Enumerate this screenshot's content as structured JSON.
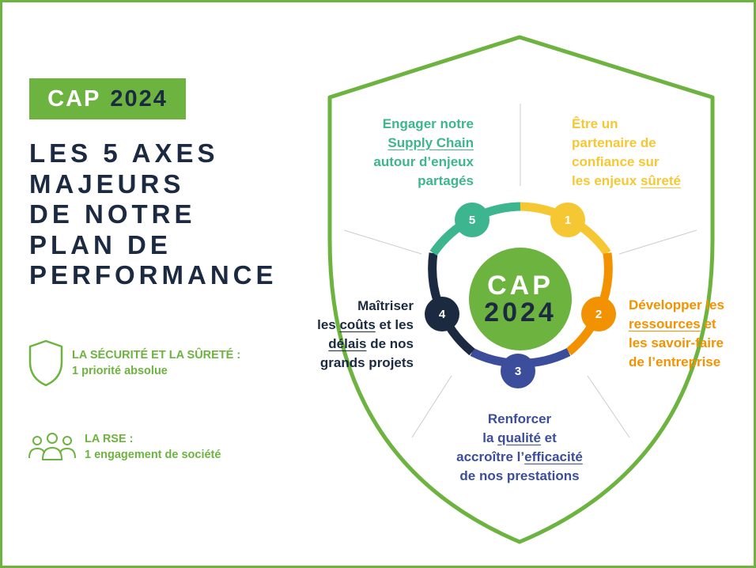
{
  "colors": {
    "green": "#6db33f",
    "navy": "#1b2a41",
    "yellow": "#f5c833",
    "orange": "#f39200",
    "blue": "#3b4d9b",
    "teal": "#3db58e",
    "divider": "#c8c8c8"
  },
  "badge": {
    "cap": "CAP",
    "year": "2024"
  },
  "headline": [
    "LES 5 AXES",
    "MAJEURS",
    "DE NOTRE",
    "PLAN DE",
    "PERFORMANCE"
  ],
  "bullets": [
    {
      "icon": "shield-outline-icon",
      "title": "LA SÉCURITÉ ET LA SÛRETÉ :",
      "text": "1 priorité absolue"
    },
    {
      "icon": "people-group-icon",
      "title": "LA RSE :",
      "text": "1 engagement de société"
    }
  ],
  "hub": {
    "line1": "CAP",
    "line2": "2024"
  },
  "ring": [
    {
      "number": "1",
      "color": "#f5c833"
    },
    {
      "number": "2",
      "color": "#f39200"
    },
    {
      "number": "3",
      "color": "#3b4d9b"
    },
    {
      "number": "4",
      "color": "#1b2a41"
    },
    {
      "number": "5",
      "color": "#3db58e"
    }
  ],
  "axes": {
    "axis1": {
      "l1": "Être un",
      "l2": "partenaire de",
      "l3": "confiance sur",
      "l4_pre": "les enjeux ",
      "l4_u": "sûreté"
    },
    "axis2": {
      "l1": "Développer les",
      "l2_u": "ressources",
      "l2_post": " et",
      "l3": "les savoir-faire",
      "l4": "de l’entreprise"
    },
    "axis3": {
      "l1": "Renforcer",
      "l2_pre": "la ",
      "l2_u": "qualité",
      "l2_post": " et",
      "l3_pre": "accroître l’",
      "l3_u": "efficacité",
      "l4": "de nos prestations"
    },
    "axis4": {
      "l1": "Maîtriser",
      "l2_pre": "les ",
      "l2_u": "coûts",
      "l2_post": " et les",
      "l3_u": "délais",
      "l3_post": " de nos",
      "l4": "grands projets"
    },
    "axis5": {
      "l1": "Engager notre",
      "l2_u": "Supply Chain",
      "l3": "autour d’enjeux",
      "l4": "partagés"
    }
  }
}
